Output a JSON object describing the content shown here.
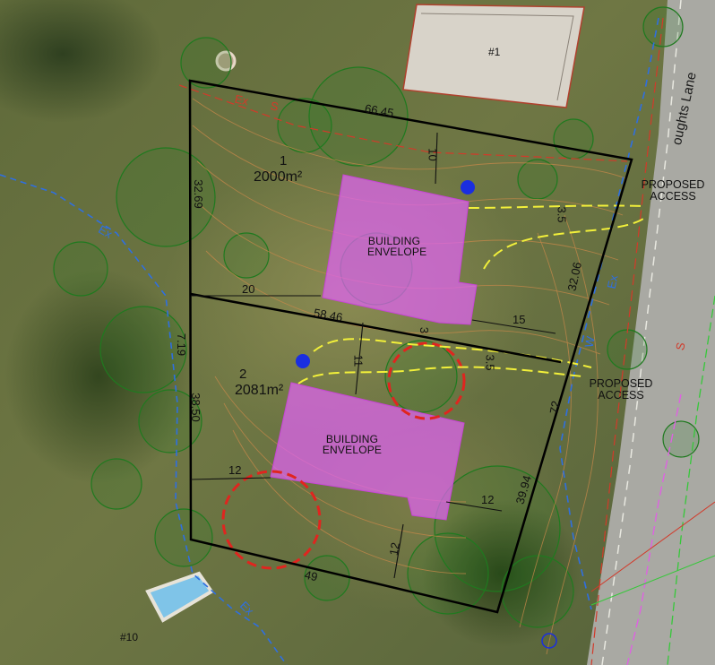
{
  "map": {
    "road_name": "oughts Lane",
    "house_labels": [
      "#1",
      "#10"
    ],
    "lots": [
      {
        "number": "1",
        "area": "2000m²",
        "envelope": [
          "BUILDING",
          "ENVELOPE"
        ],
        "access": [
          "PROPOSED",
          "ACCESS"
        ]
      },
      {
        "number": "2",
        "area": "2081m²",
        "envelope": [
          "BUILDING",
          "ENVELOPE"
        ],
        "access": [
          "PROPOSED",
          "ACCESS"
        ]
      }
    ],
    "dimensions": {
      "top": "66.45",
      "left_lot1": "32.69",
      "right_lot1": "32.06",
      "middle": "58.46",
      "left_lot2": "38.50",
      "right_lot2": "39.94",
      "bottom": "49",
      "setback_top": "10",
      "setback_left_lot1": "20",
      "setback_right_lot1": "15",
      "access_width_lot1": "3.5",
      "access_width_lot2": "3.5",
      "setback_middle": "11",
      "setback_small": "3",
      "setback_left_lot2": "12",
      "setback_bottom_lot2": "12",
      "setback_right_lot2": "12",
      "side_small": "7.19",
      "road_small": "72"
    },
    "service_labels": {
      "sewer": "S",
      "existing": "Ex",
      "water": "W"
    },
    "colors": {
      "boundary": "#000000",
      "envelope": "#e063f2",
      "access": "#f2f03a",
      "tree_protection": "#e0251f",
      "vegetation": "#1f7a1f",
      "marker": "#1a2ee0",
      "services": "#2f6fe0",
      "sewer": "#d23a2a"
    }
  }
}
